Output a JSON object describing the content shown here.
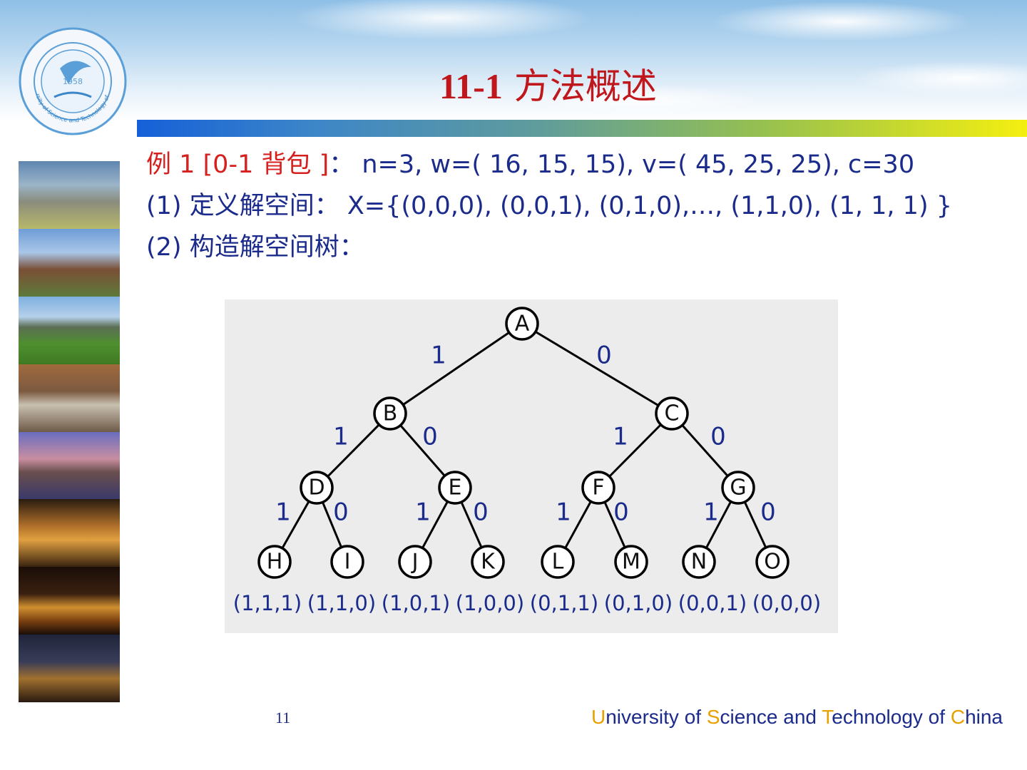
{
  "header": {
    "title_num": "11-1",
    "title_text": "方法概述",
    "logo": {
      "year": "1958",
      "name_en": "University of Science and Technology of China"
    }
  },
  "content": {
    "line1_red": "例 1  [0-1 背包 ]",
    "line1_rest": "：  n=3, w=( 16, 15, 15), v=( 45, 25, 25), c=30",
    "line2": "(1)  定义解空间：  X={(0,0,0), (0,0,1), (0,1,0),…, (1,1,0), (1, 1, 1) }",
    "line3": "(2) 构造解空间树："
  },
  "tree": {
    "nodes": [
      "A",
      "B",
      "C",
      "D",
      "E",
      "F",
      "G",
      "H",
      "I",
      "J",
      "K",
      "L",
      "M",
      "N",
      "O"
    ],
    "edge_labels": {
      "left": "1",
      "right": "0"
    },
    "leaf_labels": [
      "(1,1,1)",
      "(1,1,0)",
      "(1,0,1)",
      "(1,0,0)",
      "(0,1,1)",
      "(0,1,0)",
      "(0,0,1)",
      "(0,0,0)"
    ],
    "colors": {
      "label": "#1a2b8c",
      "stroke": "#000000",
      "node_fill": "#ffffff"
    }
  },
  "footer": {
    "page_number": "11",
    "university": [
      {
        "first": "U",
        "rest": "niversity of "
      },
      {
        "first": "S",
        "rest": "cience and "
      },
      {
        "first": "T",
        "rest": "echnology of "
      },
      {
        "first": "C",
        "rest": "hina"
      }
    ]
  },
  "colors": {
    "title": "#c0171c",
    "text": "#1a2b8c",
    "accent": "#e8a000"
  }
}
